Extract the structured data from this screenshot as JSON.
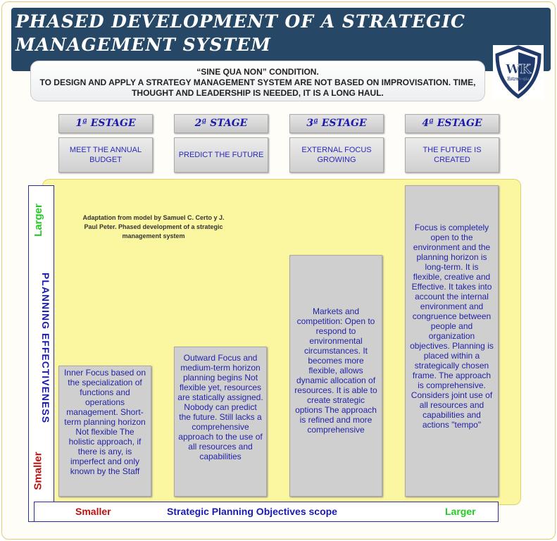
{
  "title": "PHASED  DEVELOPMENT OF A STRATEGIC MANAGEMENT SYSTEM",
  "logo": {
    "letters": "WK",
    "sub": "Estrategia"
  },
  "callout": {
    "line1": "“SINE QUA NON” CONDITION.",
    "line2": "TO DESIGN AND APPLY A STRATEGY MANAGEMENT SYSTEM ARE NOT BASED ON IMPROVISATION. TIME, THOUGHT AND LEADERSHIP IS NEEDED, IT IS A LONG HAUL."
  },
  "stages": [
    {
      "label": "1ª ESTAGE",
      "goal": "MEET THE ANNUAL BUDGET",
      "text": "Inner Focus based on the specialization of functions and operations management. Short-term planning horizon Not flexible The holistic approach, if there is any, is imperfect and only known by the Staff"
    },
    {
      "label": "2ª STAGE",
      "goal": "PREDICT THE FUTURE",
      "text": "Outward Focus and medium-term horizon planning begins Not flexible yet, resources are statically assigned. Nobody can predict the future. Still lacks a comprehensive approach to the use of all resources and capabilities"
    },
    {
      "label": "3ª ESTAGE",
      "goal": "EXTERNAL FOCUS GROWING",
      "text": "Markets and competition: Open to respond to environmental circumstances. It becomes more flexible, allows dynamic allocation of resources. It is able to create strategic options The approach is refined and more comprehensive"
    },
    {
      "label": "4ª ESTAGE",
      "goal": "THE FUTURE IS CREATED",
      "text": "Focus is completely open to the environment and the planning horizon is long-term. It is flexible, creative and Effective. It takes into account the internal environment and congruence between people and organization objectives. Planning is placed within a strategically chosen frame. The approach is comprehensive. Considers joint use of all resources and capabilities and actions \"tempo\""
    }
  ],
  "note": "Adaptation from model by Samuel C. Certo y J. Paul Peter. Phased development of a strategic management system",
  "y_axis": {
    "title": "PLANNING EFFECTIVENESS",
    "high": "Larger",
    "low": "Smaller"
  },
  "x_axis": {
    "title": "Strategic Planning Objectives scope",
    "low": "Smaller",
    "high": "Larger"
  },
  "colors": {
    "header": "#264766",
    "yellow": "#fbf6a0",
    "green": "#22cc22",
    "red": "#bb1111",
    "blue": "#1a1ab0"
  }
}
